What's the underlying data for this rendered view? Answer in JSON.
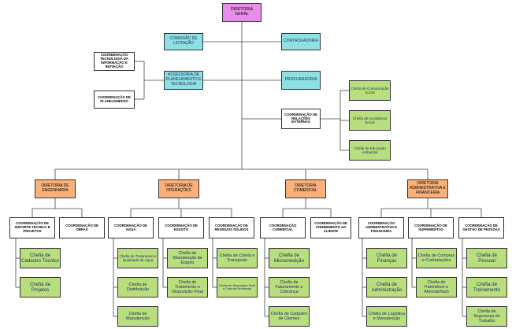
{
  "diretoria_geral": "DIRETORIA GERAL",
  "comissao_licitacao": "COMISSÃO DE LICITAÇÃO",
  "controladoria": "CONTROLADORIA",
  "assessoria": "ASSESSORIA DE PLANEJAMENTO E TECNOLOGIA",
  "procuradoria": "PROCURADORIA",
  "coord_ti": "COORDENAÇÃO TECNOLOGIA DA INFORMAÇÃO E INOVAÇÃO",
  "coord_planejamento": "COORDENAÇÃO DE PLANEJAMENTO",
  "coord_relacoes": "COORDENAÇÃO DE RELAÇÕES EXTERNAS",
  "chefia_comunicacao": "Chefia de Comunicação Social",
  "chefia_assistencia": "Chefia de Assistência Social",
  "chefia_educacao": "Chefia de Educação Ambiental",
  "dir_engenharia": "DIRETORIA DE ENGENHARIA",
  "dir_operacoes": "DIRETORIA DE OPERAÇÕES",
  "dir_comercial": "DIRETORIA COMERCIAL",
  "dir_adm": "DIRETORIA ADMINISTRATIVA E FINANCEIRA",
  "coord_suporte": "COORDENAÇÃO DE SUPORTE TÉCNICO E PROJETOS",
  "coord_obras": "COORDENAÇÃO DE OBRAS",
  "coord_agua": "COORDENAÇÃO DE ÁGUA",
  "coord_esgoto": "COORDENAÇÃO DE ESGOTO",
  "coord_residuos": "COORDENAÇÃO DE RESÍDUOS SÓLIDOS",
  "coord_comercial": "COORDENAÇÃO COMERCIAL",
  "coord_atendimento": "COORDENAÇÃO DE ATENDIMENTO AO CLIENTE",
  "coord_adm_fin": "COORDENAÇÃO ADMINISTRATIVA E FINANCEIRA",
  "coord_suprimentos": "COORDENAÇÃO DE SUPRIMENTOS",
  "coord_pessoas": "COORDENAÇÃO DE GESTÃO DE PESSOAS",
  "chefia_cadastro_tecnico": "Chefia de Cadastro Técnico",
  "chefia_projetos": "Chefia de Projetos",
  "chefia_tratamento_agua": "Chefia de Tratamento e Qualidade da Água",
  "chefia_distribuicao": "Chefia de Distribuição",
  "chefia_manutencao": "Chefia de Manutenção",
  "chefia_manutencao_esgoto": "Chefia de Manutenção de Esgoto",
  "chefia_tratamento_esgoto": "Chefia de Tratamento e Disposição Final",
  "chefia_coleta": "Chefia de Coleta e Transporte",
  "chefia_disposicao": "Chefia de Disposição Final e Controle Ambiental",
  "chefia_micromedicao": "Chefia de Micromedição",
  "chefia_faturamento": "Chefia de Faturamento e Cobrança",
  "chefia_cadastro_clientes": "Chefia de Cadastro de Clientes",
  "chefia_financas": "Chefia de Finanças",
  "chefia_administracao": "Chefia de Administração",
  "chefia_logistica": "Chefia de Logística e Manutenção",
  "chefia_compras": "Chefia de Compras e Contratações",
  "chefia_patrimonio": "Chefia de Patrimônio e Almoxarifado",
  "chefia_pessoal": "Chefia de Pessoal",
  "chefia_treinamento": "Chefia de Treinamento",
  "chefia_seguranca": "Chefia de Segurança do Trabalho",
  "colors": {
    "top": "#e88ee8",
    "staff": "#8fe0e3",
    "directorate": "#f9b07a",
    "chief": "#b9de7e",
    "coordination": "#ffffff",
    "line": "#444444"
  }
}
